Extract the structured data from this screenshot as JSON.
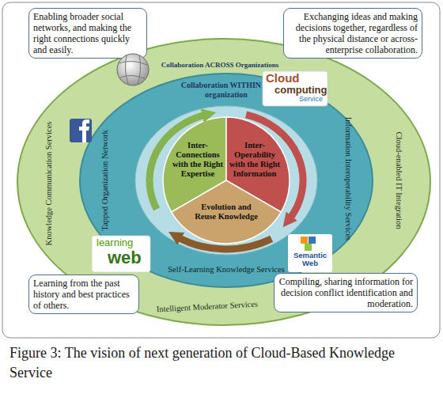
{
  "diagram": {
    "caption": "Figure 3: The vision of next generation of Cloud-Based Knowledge Service",
    "nodes": [
      {
        "text": [
          "Enabling broader social networks, and making the right connections quickly and easily."
        ]
      },
      {
        "text": [
          "Exchanging ideas and making decisions together, regardless of the physical distance or across-enterprise collaboration."
        ]
      },
      {
        "text": [
          "Collaboration ACROSS Organizations",
          "Knowledge Communication Services",
          "Cloud-enabled IT Integration",
          "Intelligent Moderator Services"
        ]
      },
      {
        "text": [
          "Collaboration WITHIN an organization",
          "Tapped Organization Network",
          "Information Interoperability Services",
          "Self-Learning Knowledge Services"
        ],
        "in": 2
      },
      {
        "text": [
          "Inter-Connections with the Right Expertise"
        ],
        "in": 3
      },
      {
        "text": [
          "Inter-Operability with the Right Information"
        ],
        "in": 3
      },
      {
        "text": [
          "Evolution and Reuse Knowledge"
        ],
        "in": 3
      },
      {
        "text": [
          "Learning from the past history and best practices of others."
        ]
      },
      {
        "text": [
          "Compiling, sharing information for decision conflict identification and moderation."
        ]
      }
    ],
    "labels": [
      "Cloud",
      "computing",
      "Service",
      "learning",
      "web",
      "Semantic Web"
    ]
  }
}
